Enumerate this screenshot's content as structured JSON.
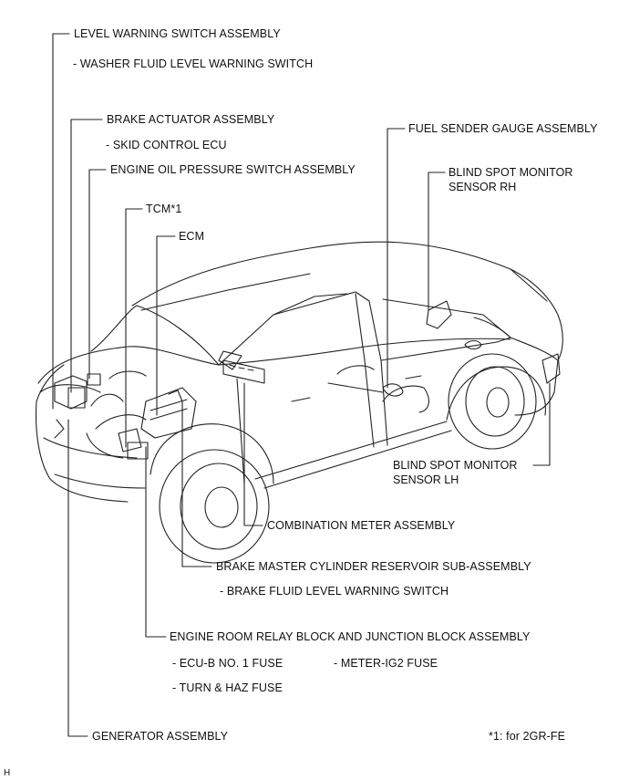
{
  "labels": {
    "level_warning_switch_assembly": "LEVEL WARNING SWITCH ASSEMBLY",
    "washer_fluid_level_warning_switch": "- WASHER FLUID LEVEL WARNING SWITCH",
    "brake_actuator_assembly": "BRAKE ACTUATOR ASSEMBLY",
    "skid_control_ecu": "- SKID CONTROL ECU",
    "engine_oil_pressure_switch_assembly": "ENGINE OIL PRESSURE SWITCH ASSEMBLY",
    "tcm": "TCM*1",
    "ecm": "ECM",
    "fuel_sender_gauge_assembly": "FUEL SENDER GAUGE ASSEMBLY",
    "blind_spot_monitor_sensor_rh_line1": "BLIND SPOT MONITOR",
    "blind_spot_monitor_sensor_rh_line2": "SENSOR RH",
    "blind_spot_monitor_sensor_lh_line1": "BLIND SPOT MONITOR",
    "blind_spot_monitor_sensor_lh_line2": "SENSOR LH",
    "combination_meter_assembly": "COMBINATION METER ASSEMBLY",
    "brake_master_cylinder_reservoir": "BRAKE MASTER CYLINDER RESERVOIR SUB-ASSEMBLY",
    "brake_fluid_level_warning_switch": "- BRAKE FLUID LEVEL WARNING SWITCH",
    "engine_room_relay_block": "ENGINE ROOM RELAY BLOCK AND JUNCTION BLOCK ASSEMBLY",
    "ecu_b_no1_fuse": "- ECU-B NO. 1 FUSE",
    "meter_ig2_fuse": "- METER-IG2 FUSE",
    "turn_haz_fuse": "- TURN & HAZ FUSE",
    "generator_assembly": "GENERATOR ASSEMBLY",
    "footnote": "*1: for 2GR-FE",
    "corner_mark": "H"
  }
}
